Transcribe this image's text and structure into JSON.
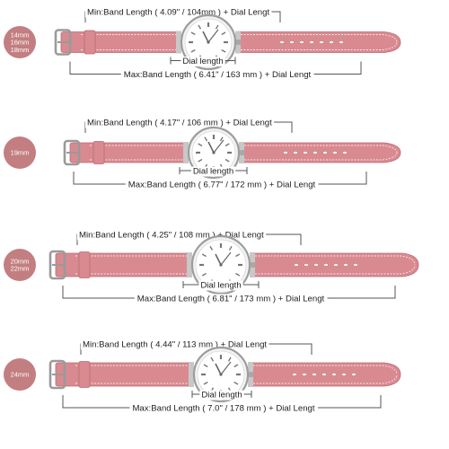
{
  "colors": {
    "strap": "#d98a90",
    "strap_dark": "#b86c74",
    "stitch": "#f6e4e4",
    "badge": "#c27e80",
    "bracket": "#555555",
    "steel": "#c8c8c8"
  },
  "rows": [
    {
      "size_label": "14mm\n16mm\n18mm",
      "min_label": "Min:Band Length ( 4.09\" / 104mm ) + Dial Lengt",
      "dial_label": "Dial length",
      "max_label": "Max:Band Length ( 6.41\" / 163 mm ) + Dial Lengt"
    },
    {
      "size_label": "19mm",
      "min_label": "Min:Band Length ( 4.17\" / 106 mm ) + Dial Lengt",
      "dial_label": "Dial length",
      "max_label": "Max:Band Length ( 6.77\" / 172 mm ) + Dial Lengt"
    },
    {
      "size_label": "20mm\n22mm",
      "min_label": "Min:Band Length ( 4.25\" / 108 mm ) + Dial Lengt",
      "dial_label": "Dial length",
      "max_label": "Max:Band Length ( 6.81\" / 173 mm  ) + Dial Lengt"
    },
    {
      "size_label": "24mm",
      "min_label": "Min:Band Length ( 4.44\" / 113 mm ) + Dial Lengt",
      "dial_label": "Dial length",
      "max_label": "Max:Band Length ( 7.0\" / 178 mm  ) + Dial Lengt"
    }
  ]
}
